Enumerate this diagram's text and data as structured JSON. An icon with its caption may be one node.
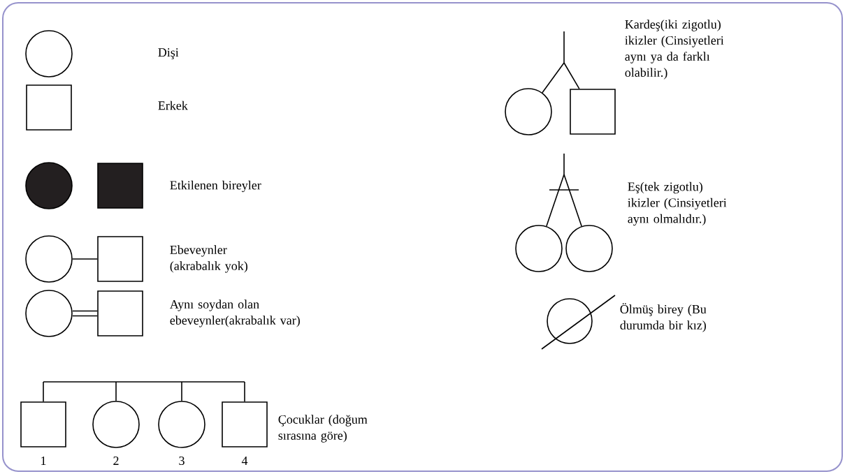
{
  "diagram": {
    "nodes": [
      {
        "text": [],
        "shape": "circle"
      },
      {
        "text": [],
        "shape": "box"
      },
      {
        "text": [],
        "shape": "disc"
      },
      {
        "text": [],
        "shape": "solid-square",
        "beside": [
          "Etkilenen bireyler"
        ]
      },
      {
        "text": [],
        "shape": "circle"
      },
      {
        "text": [],
        "shape": "box",
        "beside": [
          "Ebeveynler (akrabalık yok)"
        ]
      },
      {
        "text": [],
        "shape": "circle"
      },
      {
        "text": [],
        "shape": "box",
        "beside": [
          "Aynı soydan olan ebeveynler(akrabalık var)"
        ]
      },
      {
        "text": [],
        "shape": "box",
        "beside": [
          "1"
        ]
      },
      {
        "text": [],
        "shape": "circle",
        "beside": [
          "2"
        ]
      },
      {
        "text": [],
        "shape": "circle",
        "beside": [
          "3"
        ]
      },
      {
        "text": [],
        "shape": "box",
        "beside": [
          "4",
          "Çocuklar (doğum sırasına göre)"
        ]
      },
      {
        "text": [],
        "shape": "circle"
      },
      {
        "text": [],
        "shape": "box",
        "beside": [
          "Kardeş(iki zigotlu) ikizler (Cinsiyetleri aynı ya da farklı olabilir.)"
        ]
      },
      {
        "text": [],
        "shape": "circle"
      },
      {
        "text": [],
        "shape": "circle",
        "beside": [
          "Eş(tek zigotlu) ikizler (Cinsiyetleri aynı olmalıdır.)"
        ]
      },
      {
        "text": [],
        "shape": "circle",
        "beside": [
          "Ölmüş birey (Bu durumda bir kız)"
        ]
      }
    ],
    "edges": [
      {
        "from": 4,
        "to": 5,
        "arrow": "none"
      },
      {
        "from": 6,
        "to": 7,
        "arrow": "none"
      },
      {
        "from": 6,
        "to": 7,
        "arrow": "none"
      },
      {
        "from": null,
        "to": 8,
        "arrow": "none"
      },
      {
        "from": null,
        "to": 9,
        "arrow": "none"
      },
      {
        "from": null,
        "to": 10,
        "arrow": "none"
      },
      {
        "from": null,
        "to": 11,
        "arrow": "none"
      },
      {
        "from": null,
        "to": 12,
        "arrow": "none"
      },
      {
        "from": null,
        "to": 13,
        "arrow": "none"
      },
      {
        "from": null,
        "to": 14,
        "arrow": "none"
      },
      {
        "from": null,
        "to": 15,
        "arrow": "none"
      }
    ],
    "labels": [
      "Dişi",
      "Erkek"
    ]
  }
}
